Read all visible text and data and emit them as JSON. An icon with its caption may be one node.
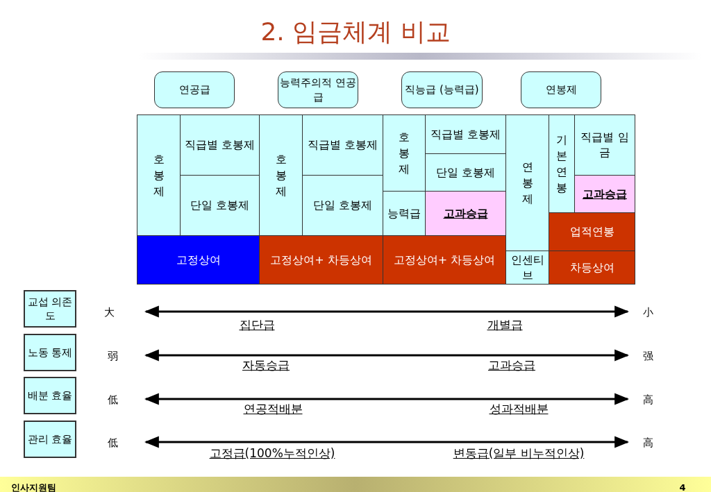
{
  "diagram": {
    "title": "2. 임금체계 비교",
    "nodes": [
      {
        "text": [
          "연공급"
        ]
      },
      {
        "text": [
          "능력주의적 연공급"
        ]
      },
      {
        "text": [
          "직능급 (능력급)"
        ]
      },
      {
        "text": [
          "연봉제"
        ]
      },
      {
        "text": [
          "호봉제"
        ]
      },
      {
        "text": [
          "직급별 호봉제"
        ]
      },
      {
        "text": [
          "단일 호봉제"
        ]
      },
      {
        "text": [
          "호봉제"
        ]
      },
      {
        "text": [
          "직급별 호봉제"
        ]
      },
      {
        "text": [
          "단일 호봉제"
        ]
      },
      {
        "text": [
          "호봉제"
        ]
      },
      {
        "text": [
          "직급별 호봉제"
        ]
      },
      {
        "text": [
          "단일 호봉제"
        ]
      },
      {
        "text": [
          "능력급"
        ]
      },
      {
        "text": [
          "고과승급"
        ]
      },
      {
        "text": [
          "연봉제"
        ]
      },
      {
        "text": [
          "기본연봉"
        ]
      },
      {
        "text": [
          "직급별 임금"
        ]
      },
      {
        "text": [
          "고과승급"
        ]
      },
      {
        "text": [
          "업적연봉"
        ]
      },
      {
        "text": [
          "고정상여"
        ]
      },
      {
        "text": [
          "고정상여+ 차등상여"
        ]
      },
      {
        "text": [
          "고정상여+ 차등상여"
        ]
      },
      {
        "text": [
          "인센티브"
        ]
      },
      {
        "text": [
          "차등상여"
        ]
      },
      {
        "text": [
          "교섭 의존도"
        ]
      },
      {
        "text": [
          "노동 통제"
        ]
      },
      {
        "text": [
          "배분 효율"
        ]
      },
      {
        "text": [
          "관리 효율"
        ]
      }
    ],
    "edges": [],
    "labels": [
      "大",
      "小",
      "집단급",
      "개별급",
      "弱",
      "强",
      "자동승급",
      "고과승급",
      "低",
      "高",
      "연공적배분",
      "성과적배분",
      "低",
      "高",
      "고정급(100%누적인상)",
      "변동급(일부 비누적인상)",
      "인사지원팀",
      "4"
    ]
  }
}
